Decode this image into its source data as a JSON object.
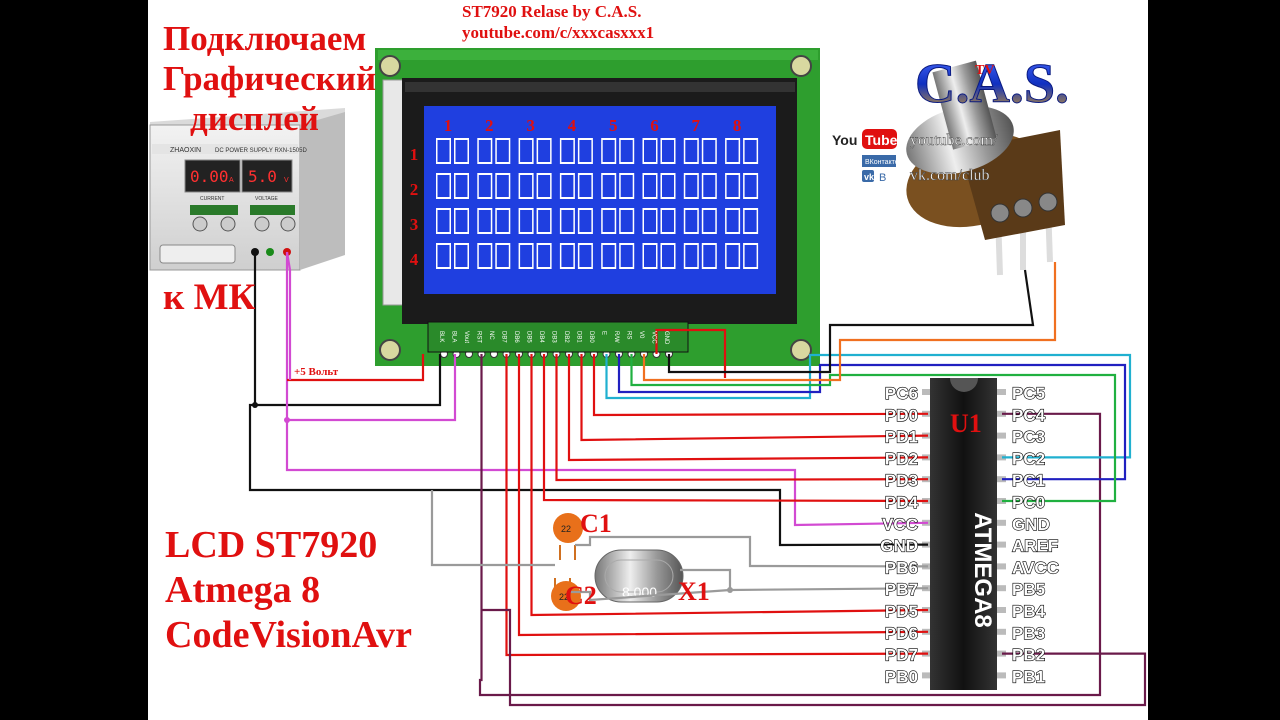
{
  "title_lines": [
    "Подключаем",
    "Графический",
    "дисплей"
  ],
  "subtitle": "к МК",
  "header": {
    "line1": "ST7920 Relase by C.A.S.",
    "line2": "youtube.com/c/xxxcasxxx1"
  },
  "bottom_lines": [
    "LCD ST7920",
    "Atmega 8",
    "CodeVisionAvr"
  ],
  "brand": {
    "logo": "C.A.S.",
    "tv": "TV",
    "youtube_label": "You",
    "youtube_tube": "Tube",
    "youtube_url": "youtube.com/",
    "vk_label": "ВКонтакте",
    "vk_letter": "В",
    "vk_url": "vk.com/club"
  },
  "power_supply": {
    "brand": "ZHAOXIN",
    "model": "DC POWER SUPPLY  RXN-1505D",
    "readout_current": "0.00",
    "unit_current": "A",
    "readout_voltage": "5.0",
    "unit_voltage": "V",
    "label_current": "CURRENT",
    "label_voltage": "VOLTAGE",
    "volt_label": "+5 Вольт"
  },
  "lcd": {
    "col_numbers": [
      "1",
      "2",
      "3",
      "4",
      "5",
      "6",
      "7",
      "8"
    ],
    "row_numbers": [
      "1",
      "2",
      "3",
      "4"
    ],
    "pins": [
      "BLK",
      "BLA",
      "Vout",
      "RST",
      "NC",
      "DB7",
      "DB6",
      "DB5",
      "DB4",
      "DB3",
      "DB2",
      "DB1",
      "DB0",
      "E",
      "R/W",
      "RS",
      "V0",
      "VCC",
      "GND"
    ]
  },
  "mcu": {
    "name": "ATMEGA8",
    "ref": "U1",
    "left_pins": [
      "PC6",
      "PD0",
      "PD1",
      "PD2",
      "PD3",
      "PD4",
      "VCC",
      "GND",
      "PB6",
      "PB7",
      "PD5",
      "PD6",
      "PD7",
      "PB0"
    ],
    "right_pins": [
      "PC5",
      "PC4",
      "PC3",
      "PC2",
      "PC1",
      "PC0",
      "GND",
      "AREF",
      "AVCC",
      "PB5",
      "PB4",
      "PB3",
      "PB2",
      "PB1"
    ]
  },
  "components": {
    "c1": "C1",
    "c2": "C2",
    "cap_value": "22",
    "x1": "X1",
    "crystal_marking": "8.000"
  },
  "colors": {
    "wire_red": "#e01010",
    "wire_black": "#111111",
    "wire_magenta": "#d24ad2",
    "wire_gray": "#9a9a9a",
    "wire_orange": "#f07020",
    "wire_green": "#20b040",
    "wire_blue": "#2020c0",
    "wire_cyan": "#20b0d0",
    "wire_purple": "#6a1a4a",
    "pcb": "#2e9e2e",
    "lcd_blue": "#1f3fe0",
    "title_red": "#e01010"
  }
}
